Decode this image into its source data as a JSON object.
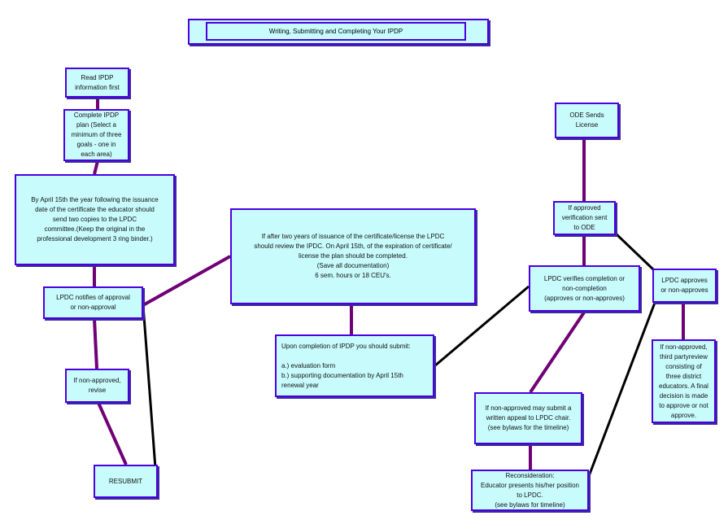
{
  "title": "Writing, Submitting and Completing Your IPDP",
  "colors": {
    "box_fill": "#c8fbfc",
    "box_border": "#4a00e0",
    "connector_purple": "#6f0075",
    "connector_black": "#000000"
  },
  "nodes": {
    "read_info": "Read IPDP\ninformation first",
    "complete_plan": "Complete IPDP\nplan (Select a\nminimum of three\ngoals - one in\neach area)",
    "april_15": "By April 15th the year following the issuance\ndate of the certificate the educator should\nsend two copies to the LPDC\ncommittee.(Keep the original in the\nprofessional development 3 ring binder.)",
    "lpdc_notifies": "LPDC notifies of approval\nor non-approval",
    "revise": "If non-approved,\nrevise",
    "resubmit": "RESUBMIT",
    "two_years": "If after two years of issuance of the certificate/license the LPDC\nshould review the IPDC.  On April 15th, of the expiration of certificate/\nlicense the plan should be completed.\n(Save all documentation)\n6 sem. hours or 18 CEU's.",
    "upon_completion": "Upon completion of IPDP you should submit:\n\na.) evaluation form\nb.) supporting documentation by April 15th\nrenewal year",
    "ode_sends": "ODE Sends\nLicense",
    "verification_sent": "If approved\nverification sent\nto ODE",
    "lpdc_verifies": "LPDC verifies completion or\nnon-completion\n(approves or non-approves)",
    "lpdc_approves": "LPDC approves\nor non-approves",
    "third_party": "If non-approved,\nthird partyreview\nconsisting of\nthree district\neducators.  A final\ndecision is made\nto approve or not\napprove.",
    "appeal": "If non-approved may submit a\nwritten appeal to LPDC chair.\n(see bylaws for the timeline)",
    "reconsideration": "Reconsideration:\nEducator presents his/her position\nto LPDC.\n(see bylaws for timeline)"
  }
}
